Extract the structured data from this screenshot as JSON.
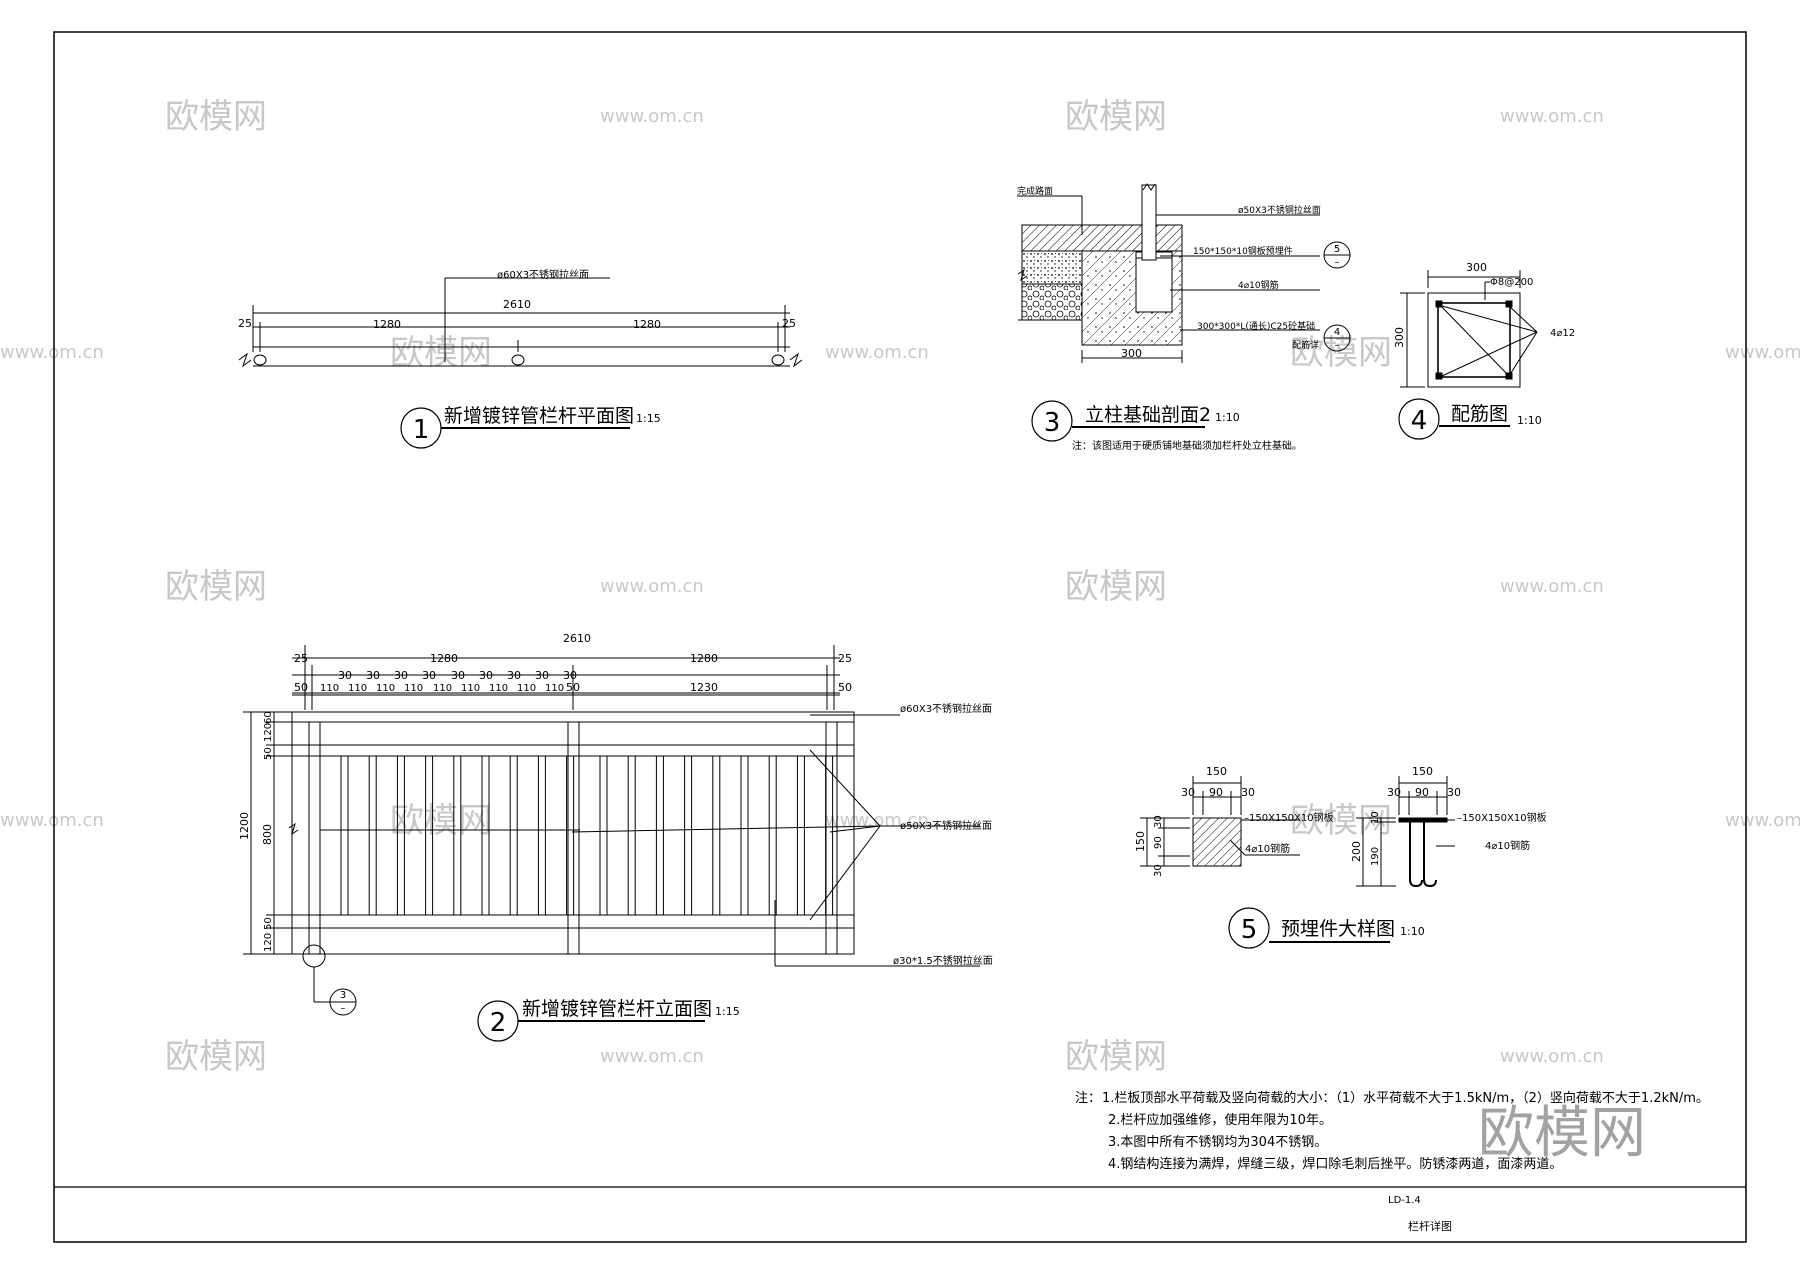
{
  "watermark": {
    "logo": "欧模网",
    "url": "www.om.cn",
    "big_logo": "欧模网"
  },
  "title_block": {
    "drawing_no": "LD-1.4",
    "drawing_name": "栏杆详图"
  },
  "view1": {
    "num": "1",
    "title": "新增镀锌管栏杆平面图",
    "scale": "1:15",
    "pipe_label": "ø60X3不锈钢拉丝面",
    "dims": {
      "total": "2610",
      "left": "1280",
      "right": "1280",
      "edge_l": "25",
      "edge_r": "25"
    }
  },
  "view2": {
    "num": "2",
    "title": "新增镀锌管栏杆立面图",
    "scale": "1:15",
    "dims_row1": {
      "total": "2610"
    },
    "dims_row2": {
      "edge_l": "25",
      "left": "1280",
      "right": "1280",
      "edge_r": "25"
    },
    "dims_row3_gaps": [
      "30",
      "30",
      "30",
      "30",
      "30",
      "30",
      "30",
      "30",
      "30"
    ],
    "dims_row4": {
      "start": "50",
      "bay": "110",
      "mid": "50",
      "right": "1230",
      "end": "50"
    },
    "vdims": {
      "total": "1200",
      "mid": "800",
      "top_a": "60",
      "top_b": "120",
      "top_c": "50",
      "bot_a": "50",
      "bot_b": "120"
    },
    "labels": {
      "top_rail": "ø60X3不锈钢拉丝面",
      "post": "ø50X3不锈钢拉丝面",
      "baluster": "ø30*1.5不锈钢拉丝面"
    },
    "callout": {
      "num": "3",
      "sheet": "–"
    }
  },
  "view3": {
    "num": "3",
    "title": "立柱基础剖面2",
    "scale": "1:10",
    "note": "注：该图适用于硬质铺地基础须加栏杆处立柱基础。",
    "labels": {
      "surface": "完成路面",
      "pipe": "ø50X3不锈钢拉丝面",
      "plate": "150*150*10钢板预埋件",
      "rebar": "4⌀10钢筋",
      "footing": "300*300*L(通长)C25砼基础",
      "rebar_detail": "配筋详"
    },
    "dim_width": "300",
    "callout_a": {
      "num": "5",
      "sheet": "–"
    },
    "callout_b": {
      "num": "4",
      "sheet": "–"
    }
  },
  "view4": {
    "num": "4",
    "title": "配筋图",
    "scale": "1:10",
    "dim_w": "300",
    "dim_h": "300",
    "stirrup": "Φ8@200",
    "bars": "4⌀12"
  },
  "view5": {
    "num": "5",
    "title": "预埋件大样图",
    "scale": "1:10",
    "plate_label": "–150X150X10钢板",
    "rebar_label": "4⌀10钢筋",
    "left": {
      "w": "150",
      "w_a": "30",
      "w_b": "90",
      "w_c": "30",
      "h": "150",
      "h_a": "30",
      "h_b": "90",
      "h_c": "30"
    },
    "right": {
      "w": "150",
      "w_a": "30",
      "w_b": "90",
      "w_c": "30",
      "h": "200",
      "h_a": "10",
      "h_b": "190"
    }
  },
  "notes": {
    "prefix": "注：",
    "items": [
      "1.栏板顶部水平荷载及竖向荷载的大小：（1）水平荷载不大于1.5kN/m，（2）竖向荷载不大于1.2kN/m。",
      "2.栏杆应加强维修，使用年限为10年。",
      "3.本图中所有不锈钢均为304不锈钢。",
      "4.钢结构连接为满焊，焊缝三级，焊口除毛刺后挫平。防锈漆两道，面漆两道。"
    ]
  }
}
